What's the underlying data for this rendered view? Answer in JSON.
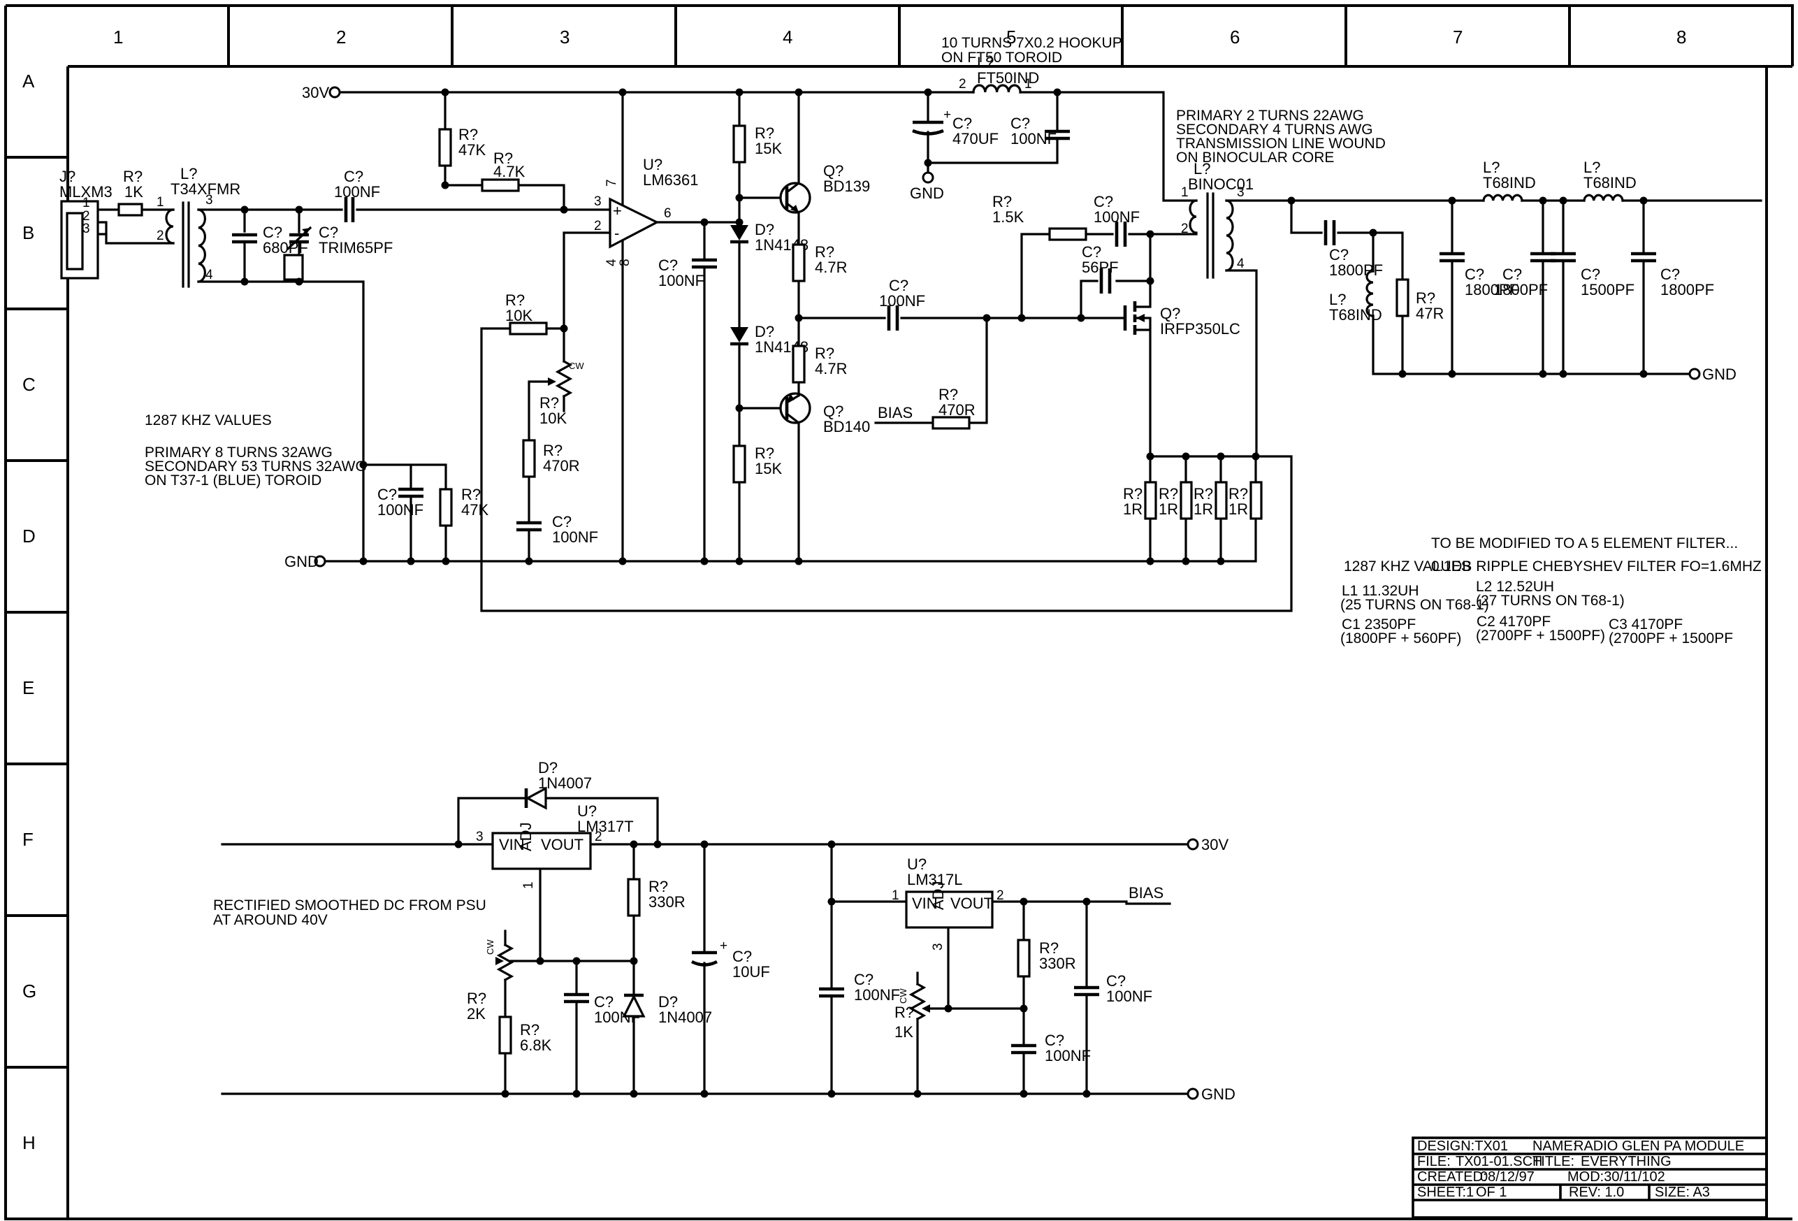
{
  "sheet": {
    "columns": [
      "1",
      "2",
      "3",
      "4",
      "5",
      "6",
      "7",
      "8"
    ],
    "rows": [
      "A",
      "B",
      "C",
      "D",
      "E",
      "F",
      "G",
      "H"
    ]
  },
  "terminals": {
    "v30_top": "30V",
    "gnd_ft50": "GND",
    "gnd_main": "GND",
    "gnd_filter": "GND",
    "v30_psu": "30V",
    "gnd_psu": "GND",
    "bias_top": "BIAS",
    "bias_psu": "BIAS"
  },
  "marks": {
    "plus": "+",
    "minus": "-",
    "cw": "CW",
    "plus_cap": "+"
  },
  "reg_pins": {
    "vin": "VIN",
    "adj": "ADJ",
    "vout": "VOUT"
  },
  "components": {
    "in_jack": {
      "ref": "J?",
      "value": "MLXM3",
      "pins": {
        "p1": "1",
        "p2": "2",
        "p3": "3"
      }
    },
    "r_in": {
      "ref": "R?",
      "value": "1K"
    },
    "t34": {
      "ref": "L?",
      "value": "T34XFMR",
      "pins": {
        "p1": "1",
        "p2": "2",
        "p3": "3",
        "p4": "4"
      }
    },
    "c680": {
      "ref": "C?",
      "value": "680PF"
    },
    "ctrim": {
      "ref": "C?",
      "value": "TRIM65PF"
    },
    "cin": {
      "ref": "C?",
      "value": "100NF"
    },
    "r47k_bias": {
      "ref": "R?",
      "value": "47K"
    },
    "r4k7": {
      "ref": "R?",
      "value": "4.7K"
    },
    "opamp": {
      "ref": "U?",
      "value": "LM6361",
      "pins": {
        "p3": "3",
        "p2": "2",
        "p6": "6",
        "p7": "7",
        "p4": "4",
        "p8": "8"
      }
    },
    "c_out": {
      "ref": "C?",
      "value": "100NF"
    },
    "r15k_a": {
      "ref": "R?",
      "value": "15K"
    },
    "r15k_b": {
      "ref": "R?",
      "value": "15K"
    },
    "d4148_a": {
      "ref": "D?",
      "value": "1N4148"
    },
    "d4148_b": {
      "ref": "D?",
      "value": "1N4148"
    },
    "q_bd139": {
      "ref": "Q?",
      "value": "BD139"
    },
    "q_bd140": {
      "ref": "Q?",
      "value": "BD140"
    },
    "r4r7_a": {
      "ref": "R?",
      "value": "4.7R"
    },
    "r4r7_b": {
      "ref": "R?",
      "value": "4.7R"
    },
    "r10k_fb": {
      "ref": "R?",
      "value": "10K"
    },
    "r10k_pot": {
      "ref": "R?",
      "value": "10K"
    },
    "r470_fb": {
      "ref": "R?",
      "value": "470R"
    },
    "c100_fb": {
      "ref": "C?",
      "value": "100NF"
    },
    "c100_gnd": {
      "ref": "C?",
      "value": "100NF"
    },
    "r47k_gnd": {
      "ref": "R?",
      "value": "47K"
    },
    "c_gate": {
      "ref": "C?",
      "value": "100NF"
    },
    "r470_bias": {
      "ref": "R?",
      "value": "470R"
    },
    "r1k5": {
      "ref": "R?",
      "value": "1.5K"
    },
    "c100_nfb": {
      "ref": "C?",
      "value": "100NF"
    },
    "c56": {
      "ref": "C?",
      "value": "56PF"
    },
    "q_fet": {
      "ref": "Q?",
      "value": "IRFP350LC"
    },
    "l_ft50": {
      "ref": "L?",
      "value": "FT50IND",
      "pins": {
        "p2": "2",
        "p1": "1"
      }
    },
    "c470u": {
      "ref": "C?",
      "value": "470UF"
    },
    "c100_ft": {
      "ref": "C?",
      "value": "100NF"
    },
    "l_binoc": {
      "ref": "L?",
      "value": "BINOC01",
      "pins": {
        "p1": "1",
        "p2": "2",
        "p3": "3",
        "p4": "4"
      }
    },
    "r1r_a": {
      "ref": "R?",
      "value": "1R"
    },
    "r1r_b": {
      "ref": "R?",
      "value": "1R"
    },
    "r1r_c": {
      "ref": "R?",
      "value": "1R"
    },
    "r1r_d": {
      "ref": "R?",
      "value": "1R"
    },
    "c1800_a": {
      "ref": "C?",
      "value": "1800PF"
    },
    "l_t68_v": {
      "ref": "L?",
      "value": "T68IND"
    },
    "r47r": {
      "ref": "R?",
      "value": "47R"
    },
    "c1800_b": {
      "ref": "C?",
      "value": "1800PF"
    },
    "l_t68_a": {
      "ref": "L?",
      "value": "T68IND"
    },
    "c1800_c": {
      "ref": "C?",
      "value": "1800PF"
    },
    "c1500": {
      "ref": "C?",
      "value": "1500PF"
    },
    "l_t68_b": {
      "ref": "L?",
      "value": "T68IND"
    },
    "c1800_d": {
      "ref": "C?",
      "value": "1800PF"
    },
    "d4007_a": {
      "ref": "D?",
      "value": "1N4007"
    },
    "u317t": {
      "ref": "U?",
      "value": "LM317T",
      "pins": {
        "p3": "3",
        "p1": "1",
        "p2": "2"
      }
    },
    "r330_a": {
      "ref": "R?",
      "value": "330R"
    },
    "r2k_pot": {
      "ref": "R?",
      "value": "2K"
    },
    "r6k8": {
      "ref": "R?",
      "value": "6.8K"
    },
    "c100_adj1": {
      "ref": "C?",
      "value": "100NF"
    },
    "d4007_b": {
      "ref": "D?",
      "value": "1N4007"
    },
    "c10u": {
      "ref": "C?",
      "value": "10UF"
    },
    "c100_in2": {
      "ref": "C?",
      "value": "100NF"
    },
    "u317l": {
      "ref": "U?",
      "value": "LM317L",
      "pins": {
        "p1": "1",
        "p3": "3",
        "p2": "2"
      }
    },
    "r330_b": {
      "ref": "R?",
      "value": "330R"
    },
    "r1k_pot": {
      "ref": "R?",
      "value": "1K"
    },
    "c100_adj2": {
      "ref": "C?",
      "value": "100NF"
    },
    "c100_out2": {
      "ref": "C?",
      "value": "100NF"
    }
  },
  "notes": {
    "hookup1": "10 TURNS 7X0.2 HOOKUP",
    "hookup2": "ON FT50 TOROID",
    "binoc1": "PRIMARY 2 TURNS 22AWG",
    "binoc2": "SECONDARY 4 TURNS AWG",
    "binoc3": "TRANSMISSION LINE WOUND",
    "binoc4": "ON BINOCULAR CORE",
    "khz_left": "1287 KHZ VALUES",
    "t37_1": "PRIMARY 8 TURNS 32AWG",
    "t37_2": "SECONDARY 53 TURNS 32AWG",
    "t37_3": "ON T37-1 (BLUE) TOROID",
    "filter_mod": "TO BE MODIFIED TO A 5 ELEMENT FILTER...",
    "khz_right": "1287 KHZ VALUES",
    "chebyshev": "0.1DB RIPPLE CHEBYSHEV FILTER FO=1.6MHZ",
    "l1a": "L1 11.32UH",
    "l1b": "(25 TURNS ON T68-1)",
    "l2a": "L2 12.52UH",
    "l2b": "(27 TURNS ON T68-1)",
    "c1a": "C1 2350PF",
    "c1b": "(1800PF + 560PF)",
    "c2a": "C2 4170PF",
    "c2b": "(2700PF + 1500PF)",
    "c3a": "C3 4170PF",
    "c3b": "(2700PF + 1500PF",
    "psu1": "RECTIFIED SMOOTHED DC FROM PSU",
    "psu2": "AT AROUND 40V"
  },
  "title_block": {
    "design": "DESIGN:TX01",
    "name_label": "NAME:",
    "name": "RADIO GLEN PA MODULE",
    "file_label": "FILE:",
    "file": "TX01-01.SCH",
    "title_label": "TITLE:",
    "title": "EVERYTHING",
    "created_label": "CREATED:",
    "created": "08/12/97",
    "mod": "MOD:30/11/102",
    "sheet": "SHEET:1",
    "of": "OF  1",
    "rev": "REV: 1.0",
    "size": "SIZE: A3"
  }
}
